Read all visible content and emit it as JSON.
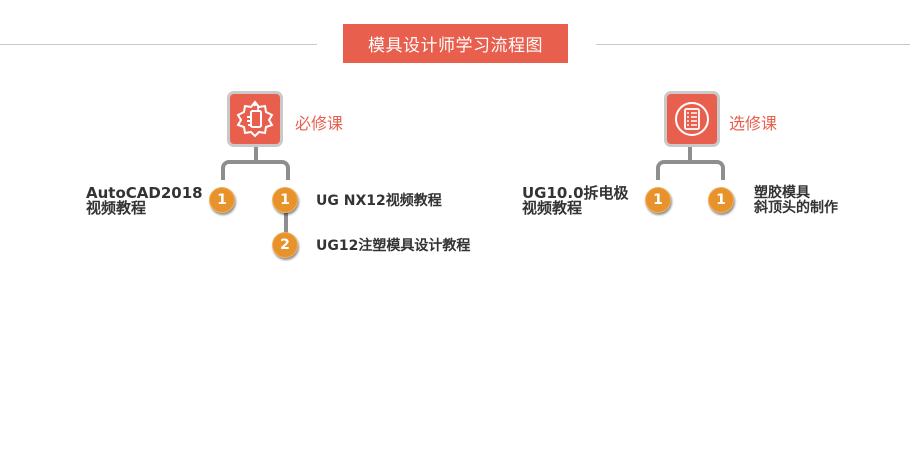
{
  "header": {
    "title": "模具设计师学习流程图"
  },
  "colors": {
    "accent": "#e85f4e",
    "badge": "#e8922c",
    "connector": "#8e8e8e"
  },
  "categories": [
    {
      "label": "必修课",
      "icon": "thumbs-up-badge-icon",
      "courses": [
        {
          "step": "1",
          "line1": "AutoCAD2018",
          "line2": "视频教程"
        },
        {
          "step": "1",
          "line1": "UG NX12视频教程"
        },
        {
          "step": "2",
          "line1": "UG12注塑模具设计教程"
        }
      ]
    },
    {
      "label": "选修课",
      "icon": "checklist-icon",
      "courses": [
        {
          "step": "1",
          "line1": "UG10.0拆电极",
          "line2": "视频教程"
        },
        {
          "step": "1",
          "line1": "塑胶模具",
          "line2": "斜顶头的制作"
        }
      ]
    }
  ]
}
